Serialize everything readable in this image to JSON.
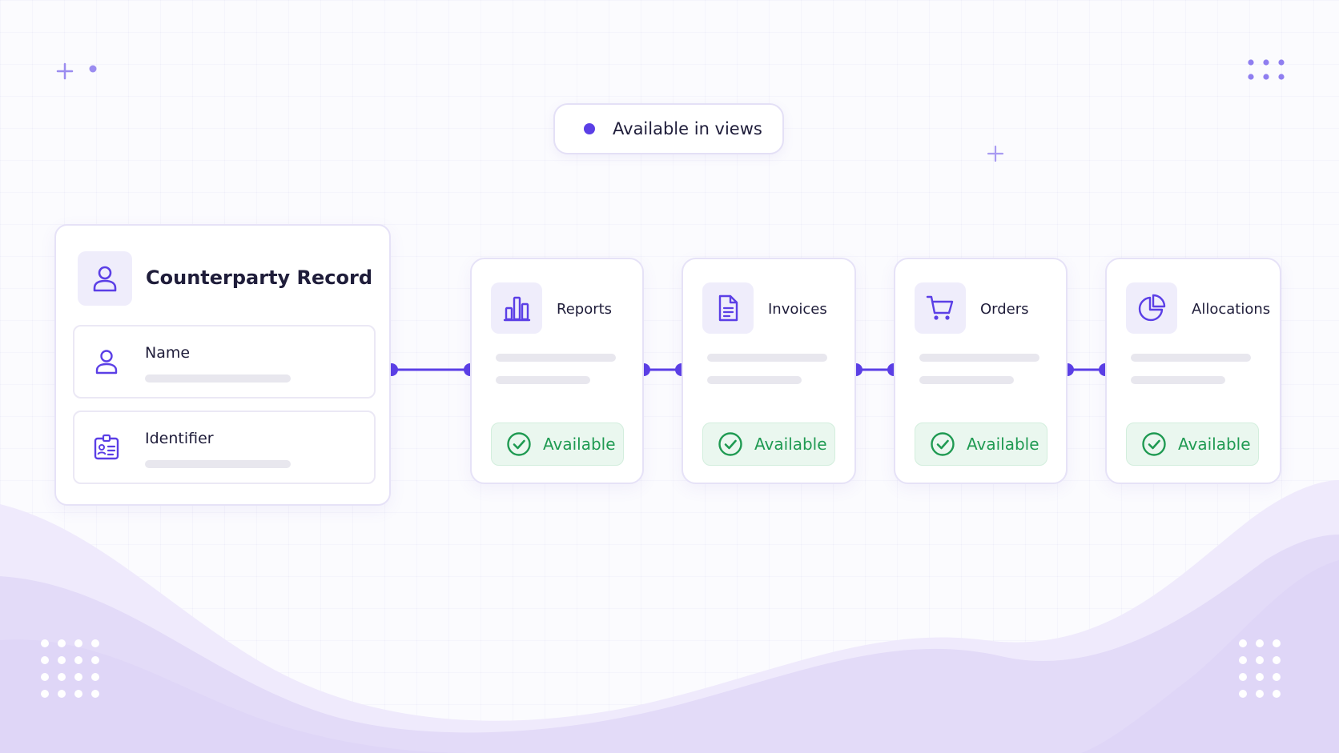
{
  "colors": {
    "accent": "#5b3fe6",
    "available_green": "#1f9a52",
    "available_bg": "#eaf7ef",
    "icon_bg": "#efedfb",
    "wave": "#e3dbf8"
  },
  "legend": {
    "label": "Available in views",
    "icon": "purple-dot-icon"
  },
  "record": {
    "title": "Counterparty Record",
    "icon": "user-icon",
    "fields": [
      {
        "label": "Name",
        "icon": "user-icon"
      },
      {
        "label": "Identifier",
        "icon": "id-badge-icon"
      }
    ]
  },
  "views": [
    {
      "label": "Reports",
      "icon": "bar-chart-icon",
      "status": "Available"
    },
    {
      "label": "Invoices",
      "icon": "document-icon",
      "status": "Available"
    },
    {
      "label": "Orders",
      "icon": "cart-icon",
      "status": "Available"
    },
    {
      "label": "Allocations",
      "icon": "pie-chart-icon",
      "status": "Available"
    }
  ]
}
